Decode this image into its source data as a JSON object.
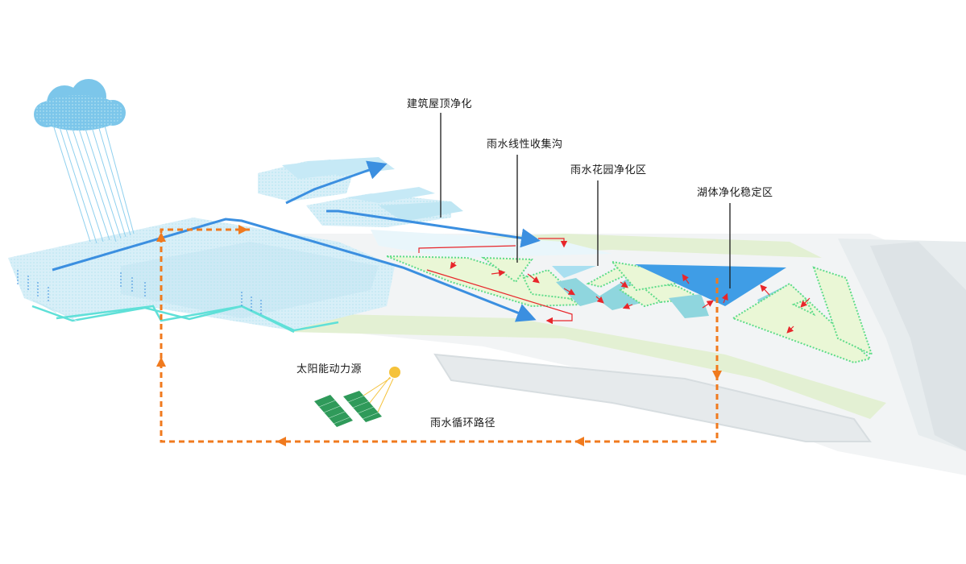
{
  "labels": {
    "roof_purification": "建筑屋顶净化",
    "rain_channel": "雨水线性收集沟",
    "rain_garden": "雨水花园净化区",
    "lake_stabilization": "湖体净化稳定区",
    "solar_power": "太阳能动力源",
    "rainwater_cycle": "雨水循环路径"
  },
  "colors": {
    "flow_blue": "#3b8fe0",
    "cycle_orange": "#f07a1e",
    "arrow_red": "#e8262b",
    "dot_green": "#5fdc8a",
    "lake_blue": "#3f9de6",
    "pool_teal": "#8fd6de",
    "edge_cyan": "#5fe0d8",
    "grass_green": "#d9ecc4",
    "sun_yellow": "#f5c23a",
    "solar_green": "#2f9a5a"
  },
  "icons": [
    "cloud-icon",
    "rain-icon",
    "sun-icon",
    "solar-panel-icon"
  ]
}
